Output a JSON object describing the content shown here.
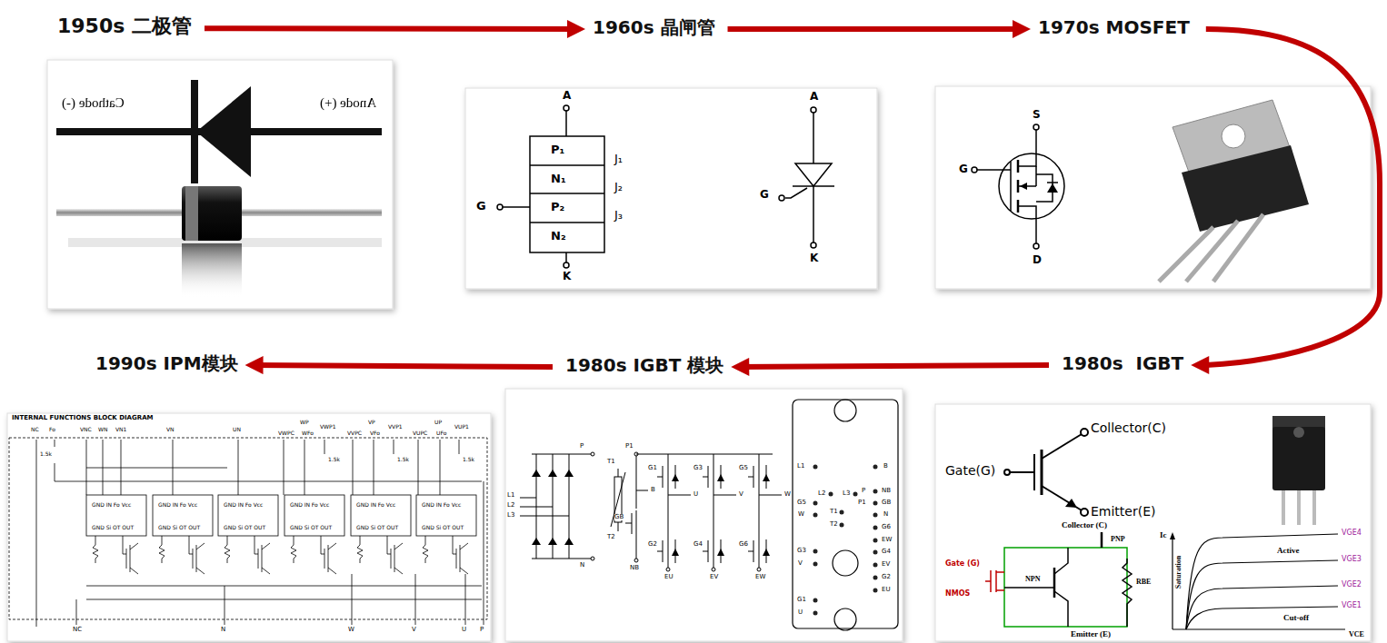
{
  "diagram": {
    "nodes": [
      {
        "text": [
          "1950s 二极管"
        ]
      },
      {
        "text": [
          "1960s 晶闸管"
        ]
      },
      {
        "text": [
          "1970s MOSFET"
        ]
      },
      {
        "text": [
          "1980s  IGBT"
        ]
      },
      {
        "text": [
          "1980s IGBT 模块"
        ]
      },
      {
        "text": [
          "1990s IPM模块"
        ]
      }
    ],
    "edges": [
      {
        "from": 0,
        "to": 1,
        "arrow": "to"
      },
      {
        "from": 1,
        "to": 2,
        "arrow": "to"
      },
      {
        "from": 2,
        "to": 3,
        "arrow": "to"
      },
      {
        "from": 3,
        "to": 4,
        "arrow": "to"
      },
      {
        "from": 4,
        "to": 5,
        "arrow": "to"
      }
    ],
    "labels": [
      "Cathode (-)",
      "Anode (+)",
      "A",
      "P₁",
      "N₁",
      "P₂",
      "N₂",
      "J₁",
      "J₂",
      "J₃",
      "G",
      "K",
      "A",
      "G",
      "K",
      "S",
      "G",
      "D",
      "Collector(C)",
      "Gate(G)",
      "Emitter(E)",
      "Collector (C)",
      "PNP",
      "Gate (G)",
      "NMOS",
      "NPN",
      "RBE",
      "Emitter (E)",
      "Ic",
      "Saturation",
      "Active",
      "Cut-off",
      "VCE",
      "VGE4",
      "VGE3",
      "VGE2",
      "VGE1",
      "P",
      "L1",
      "L2",
      "L3",
      "N",
      "T1",
      "T2",
      "P1",
      "B",
      "GB",
      "NB",
      "G1",
      "G3",
      "G5",
      "U",
      "V",
      "W",
      "G2",
      "G4",
      "G6",
      "EU",
      "EV",
      "EW",
      "L1",
      "G5",
      "W",
      "G3",
      "V",
      "G1",
      "U",
      "L2",
      "L3",
      "T1",
      "T2",
      "B",
      "P",
      "P1",
      "NB",
      "GB",
      "N",
      "G6",
      "EW",
      "G4",
      "EV",
      "G2",
      "EU",
      "INTERNAL FUNCTIONS BLOCK DIAGRAM",
      "NC",
      "Fo",
      "VNC",
      "WN",
      "VN1",
      "VN",
      "UN",
      "WP",
      "VWPC",
      "WFo",
      "VWP1",
      "VP",
      "VVPC",
      "VFo",
      "VVP1",
      "UP",
      "VUPC",
      "UFo",
      "VUP1",
      "1.5k",
      "1.5k",
      "1.5k",
      "1.5k",
      "GND IN Fo Vcc",
      "GND Si OT OUT",
      "GND IN Fo Vcc",
      "GND Si OT OUT",
      "GND IN Fo Vcc",
      "GND Si OT OUT",
      "GND IN Fo Vcc",
      "GND Si OT OUT",
      "GND IN Fo Vcc",
      "GND Si OT OUT",
      "GND IN Fo Vcc",
      "GND Si OT OUT",
      "NC",
      "N",
      "W",
      "V",
      "U",
      "P"
    ]
  }
}
